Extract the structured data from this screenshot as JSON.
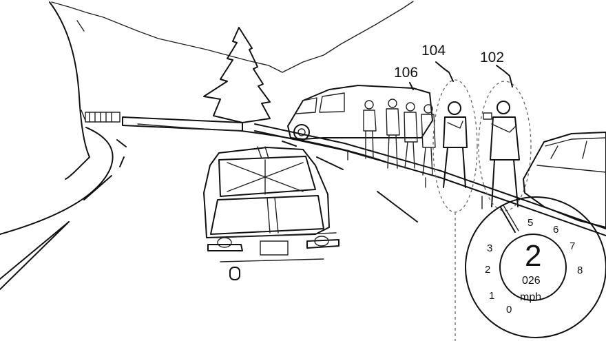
{
  "labels": {
    "ref_102": "102",
    "ref_104": "104",
    "ref_106": "106"
  },
  "gauge": {
    "ticks": [
      "0",
      "1",
      "2",
      "3",
      "5",
      "6",
      "7",
      "8"
    ],
    "gear": "2",
    "speed": "026",
    "unit": "mph"
  }
}
